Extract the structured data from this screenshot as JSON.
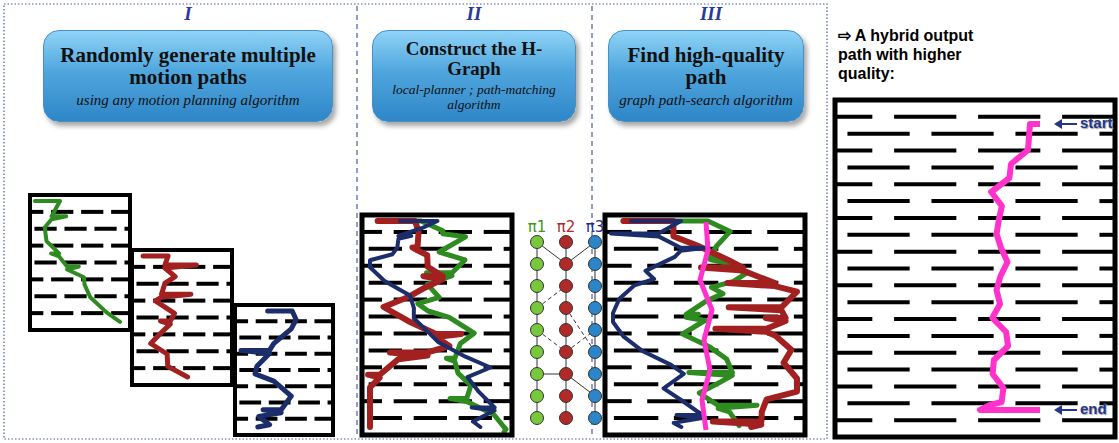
{
  "diagram": {
    "nodes": [
      {
        "text": [
          "Randomly generate multiple motion paths",
          "using any motion planning algorithm"
        ]
      },
      {
        "text": [
          "Construct the H-Graph",
          "local-planner ; path-matching algorithm"
        ]
      },
      {
        "text": [
          "Find high-quality path",
          "graph path-search algorithm"
        ]
      }
    ],
    "labels": [
      "I",
      "II",
      "III",
      "π1",
      "π2",
      "π3",
      "⇨ A hybrid output path with higher quality:",
      "start",
      "end"
    ]
  }
}
